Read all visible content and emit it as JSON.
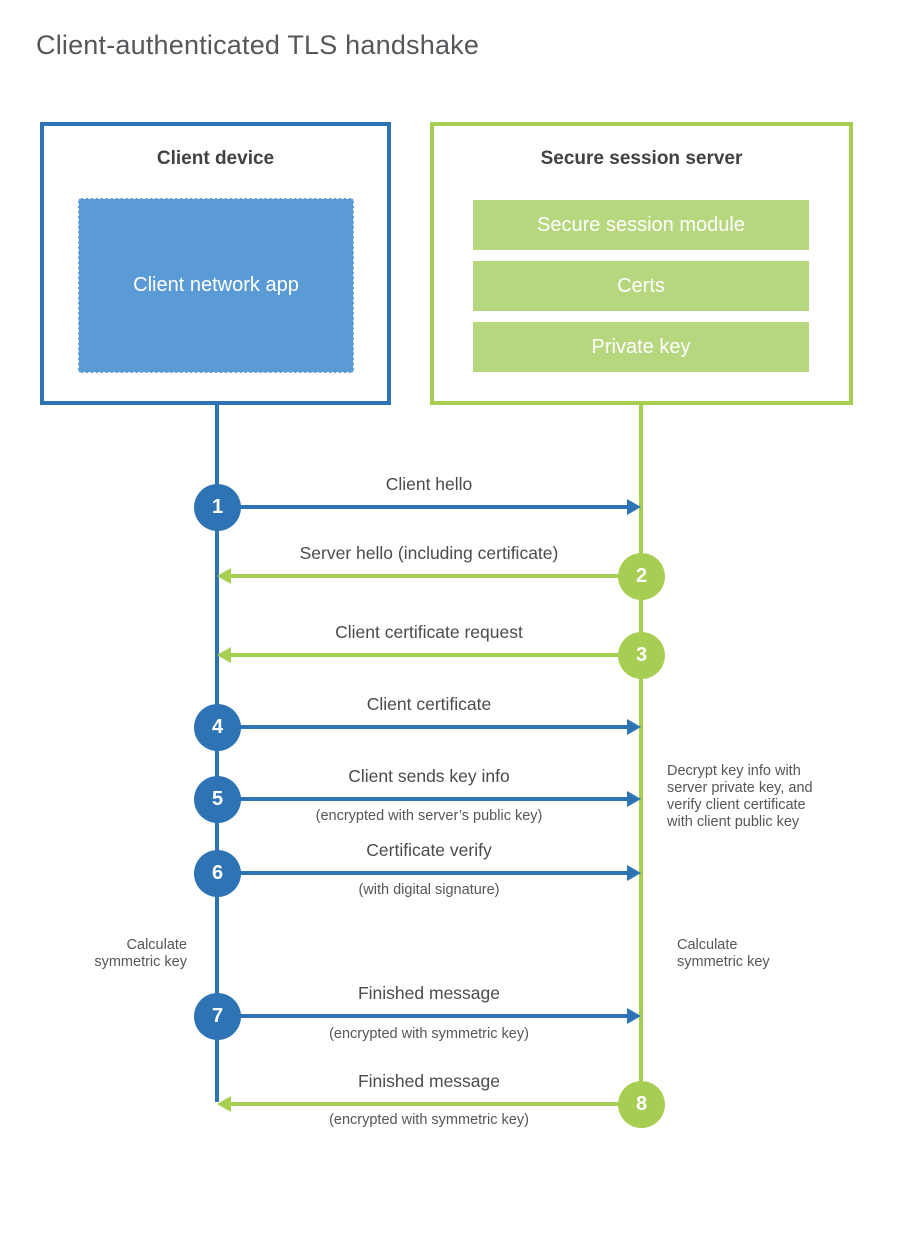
{
  "title": "Client-authenticated TLS handshake",
  "client": {
    "title": "Client device",
    "app": "Client network app"
  },
  "server": {
    "title": "Secure session server",
    "modules": [
      "Secure session module",
      "Certs",
      "Private key"
    ]
  },
  "messages": [
    {
      "num": "1",
      "label": "Client hello",
      "sub": "",
      "direction": "client-to-server",
      "color": "blue"
    },
    {
      "num": "2",
      "label": "Server hello (including certificate)",
      "sub": "",
      "direction": "server-to-client",
      "color": "green"
    },
    {
      "num": "3",
      "label": "Client certificate request",
      "sub": "",
      "direction": "server-to-client",
      "color": "green"
    },
    {
      "num": "4",
      "label": "Client certificate",
      "sub": "",
      "direction": "client-to-server",
      "color": "blue"
    },
    {
      "num": "5",
      "label": "Client sends key info",
      "sub": "(encrypted with server’s public key)",
      "direction": "client-to-server",
      "color": "blue"
    },
    {
      "num": "6",
      "label": "Certificate verify",
      "sub": "(with digital signature)",
      "direction": "client-to-server",
      "color": "blue"
    },
    {
      "num": "7",
      "label": "Finished message",
      "sub": "(encrypted with symmetric key)",
      "direction": "client-to-server",
      "color": "blue"
    },
    {
      "num": "8",
      "label": "Finished message",
      "sub": "(encrypted with symmetric key)",
      "direction": "server-to-client",
      "color": "green"
    }
  ],
  "notes": {
    "decrypt": "Decrypt key info with\nserver private key, and\nverify client certificate\nwith client public key",
    "calc_left": "Calculate\nsymmetric key",
    "calc_right": "Calculate\nsymmetric key"
  },
  "colors": {
    "blue_accent": "#2E74B5",
    "blue_fill": "#5B9BD5",
    "green_accent": "#A5CE52",
    "green_fill": "#B6D77E",
    "title_text": "#56575b",
    "label_text": "#4a4b4e"
  }
}
